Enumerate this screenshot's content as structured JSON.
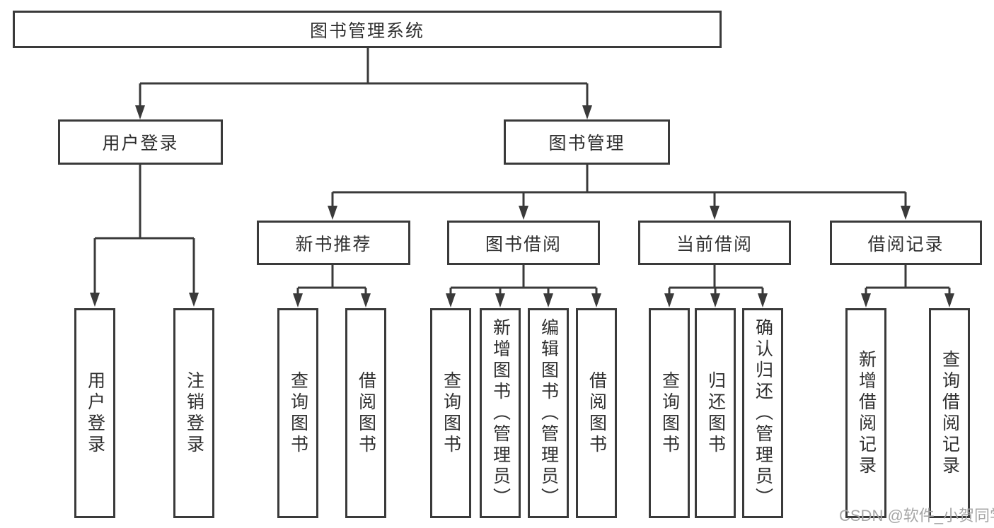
{
  "diagram_type": "functional-structure-tree",
  "tree": {
    "root": {
      "label": "图书管理系统",
      "children": [
        {
          "label": "用户登录",
          "children": [
            {
              "label": "用户登录"
            },
            {
              "label": "注销登录"
            }
          ]
        },
        {
          "label": "图书管理",
          "children": [
            {
              "label": "新书推荐",
              "children": [
                {
                  "label": "查询图书"
                },
                {
                  "label": "借阅图书"
                }
              ]
            },
            {
              "label": "图书借阅",
              "children": [
                {
                  "label": "查询图书"
                },
                {
                  "label": "新增图书（管理员）"
                },
                {
                  "label": "编辑图书（管理员）"
                },
                {
                  "label": "借阅图书"
                }
              ]
            },
            {
              "label": "当前借阅",
              "children": [
                {
                  "label": "查询图书"
                },
                {
                  "label": "归还图书"
                },
                {
                  "label": "确认归还（管理员）"
                }
              ]
            },
            {
              "label": "借阅记录",
              "children": [
                {
                  "label": "新增借阅记录"
                },
                {
                  "label": "查询借阅记录"
                }
              ]
            }
          ]
        }
      ]
    }
  },
  "watermark": {
    "text": "CSDN @软件_小贺同学",
    "color": "#a6a6a6"
  },
  "colors": {
    "line": "#3a3a3a",
    "box_border": "#3a3a3a",
    "box_fill": "#ffffff",
    "text": "#2f2f2f",
    "background": "#ffffff"
  }
}
